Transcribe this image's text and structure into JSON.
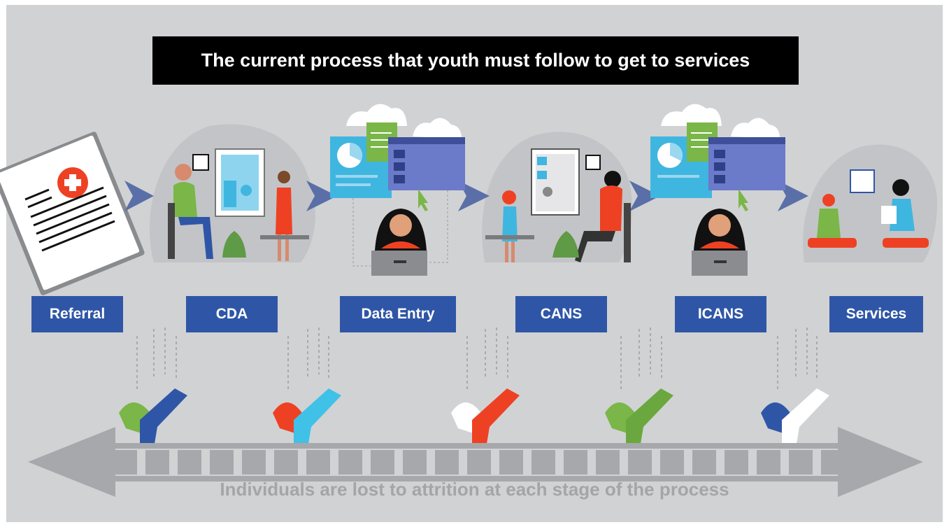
{
  "title": "The current process that youth must follow to get to services",
  "stages": [
    {
      "label": "Referral"
    },
    {
      "label": "CDA"
    },
    {
      "label": "Data Entry"
    },
    {
      "label": "CANS"
    },
    {
      "label": "ICANS"
    },
    {
      "label": "Services"
    }
  ],
  "footer": "Individuals are lost to attrition at each stage of the process",
  "colors": {
    "background": "#d1d2d4",
    "stage_blue": "#2f56a6",
    "arrow_blue": "#5a6fa8",
    "accent_orange": "#ee4123",
    "accent_green": "#7ab648",
    "accent_cyan": "#3fc1e8",
    "window_purple": "#6b7ac9"
  }
}
